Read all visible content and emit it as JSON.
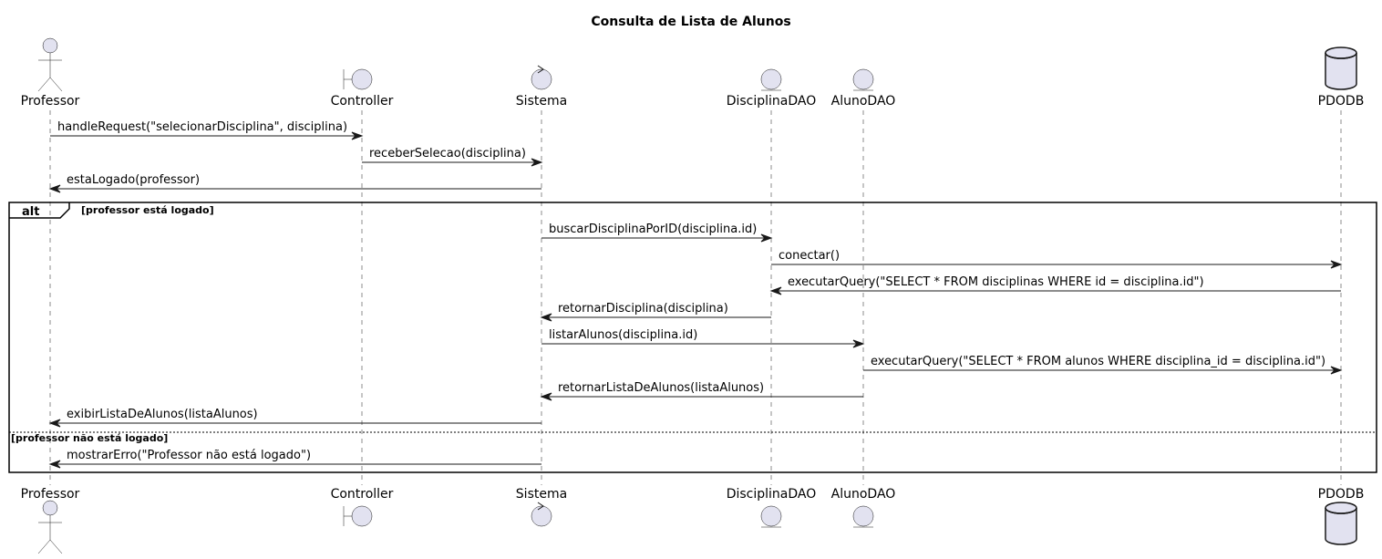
{
  "title": "Consulta de Lista de Alunos",
  "participants": [
    {
      "name": "Professor",
      "type": "actor"
    },
    {
      "name": "Controller",
      "type": "boundary"
    },
    {
      "name": "Sistema",
      "type": "control"
    },
    {
      "name": "DisciplinaDAO",
      "type": "entity"
    },
    {
      "name": "AlunoDAO",
      "type": "entity"
    },
    {
      "name": "PDODB",
      "type": "database"
    }
  ],
  "messages": [
    {
      "from": 0,
      "to": 1,
      "label": "handleRequest(\"selecionarDisciplina\", disciplina)"
    },
    {
      "from": 1,
      "to": 2,
      "label": "receberSelecao(disciplina)"
    },
    {
      "from": 2,
      "to": 0,
      "label": "estaLogado(professor)"
    },
    {
      "from": 2,
      "to": 3,
      "label": "buscarDisciplinaPorID(disciplina.id)"
    },
    {
      "from": 3,
      "to": 5,
      "label": "conectar()"
    },
    {
      "from": 5,
      "to": 3,
      "label": "executarQuery(\"SELECT * FROM disciplinas WHERE id = disciplina.id\")"
    },
    {
      "from": 3,
      "to": 2,
      "label": "retornarDisciplina(disciplina)"
    },
    {
      "from": 2,
      "to": 4,
      "label": "listarAlunos(disciplina.id)"
    },
    {
      "from": 4,
      "to": 5,
      "label": "executarQuery(\"SELECT * FROM alunos WHERE disciplina_id = disciplina.id\")"
    },
    {
      "from": 4,
      "to": 2,
      "label": "retornarListaDeAlunos(listaAlunos)"
    },
    {
      "from": 2,
      "to": 0,
      "label": "exibirListaDeAlunos(listaAlunos)"
    },
    {
      "from": 2,
      "to": 0,
      "label": "mostrarErro(\"Professor não está logado\")"
    }
  ],
  "alt_frame": {
    "keyword": "alt",
    "guard_1": "[professor está logado]",
    "guard_2": "[professor não está logado]"
  }
}
